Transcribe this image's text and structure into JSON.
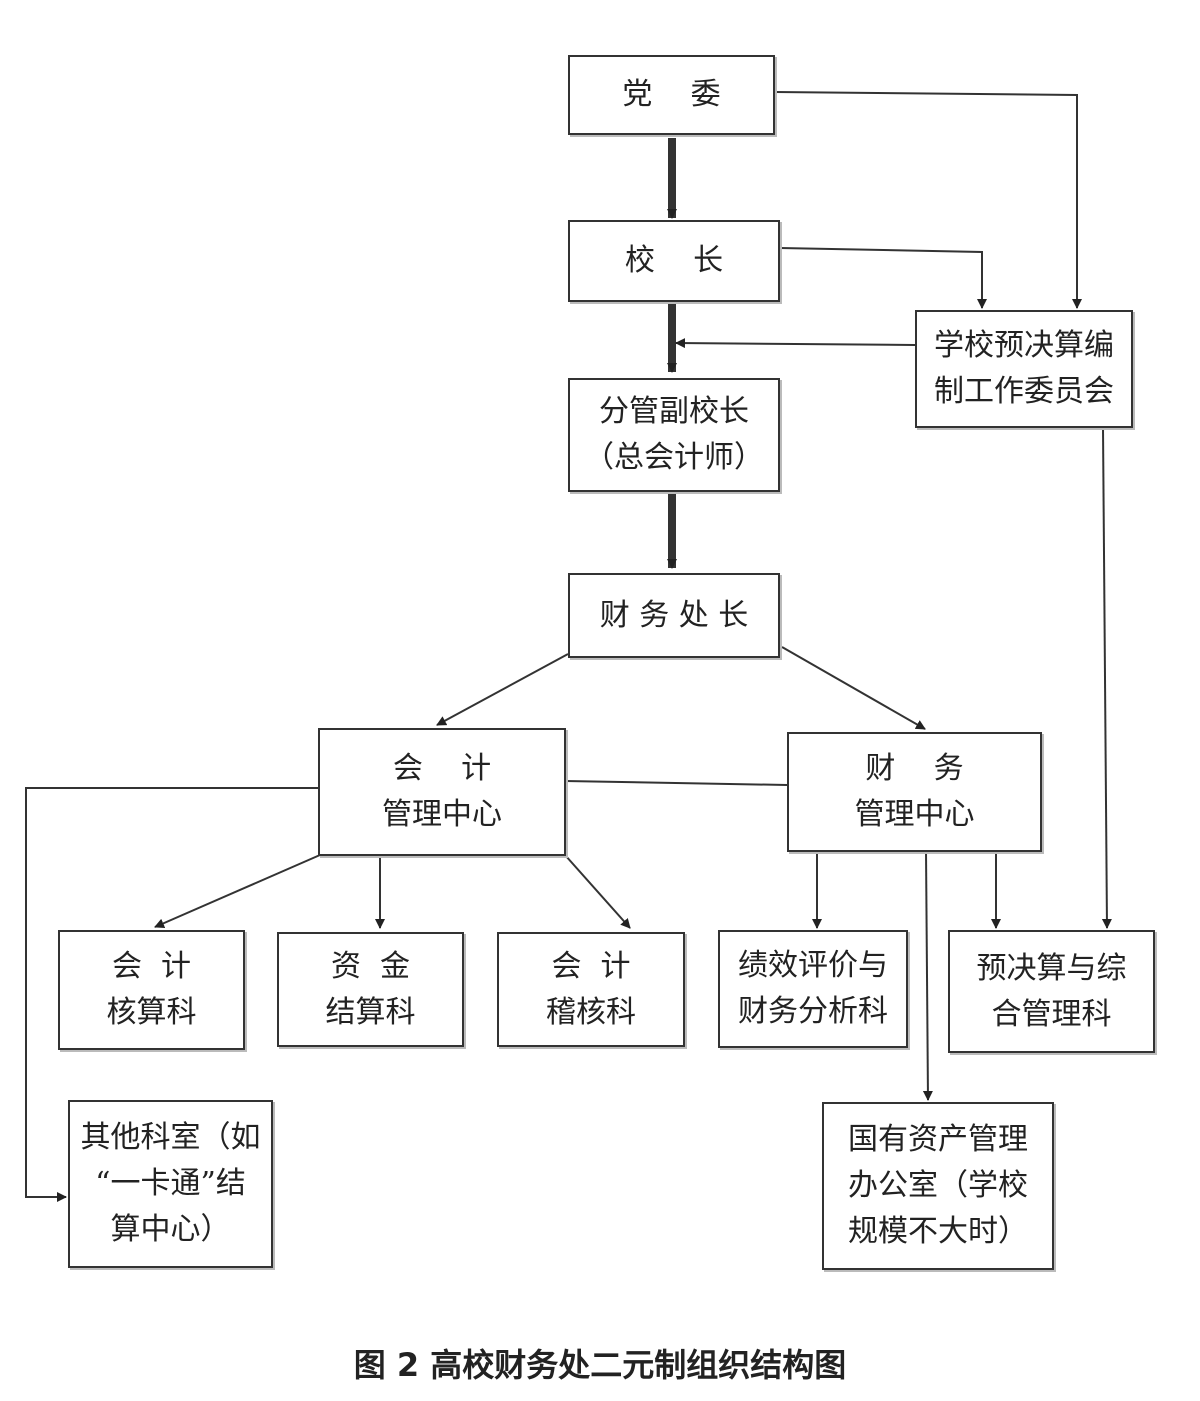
{
  "nodes": {
    "party_committee": {
      "lines": [
        "党    委"
      ]
    },
    "president": {
      "lines": [
        "校    长"
      ]
    },
    "vice_president": {
      "lines": [
        "分管副校长",
        "（总会计师）"
      ]
    },
    "budget_committee": {
      "lines": [
        "学校预决算编",
        "制工作委员会"
      ]
    },
    "finance_director": {
      "lines": [
        "财 务 处 长"
      ]
    },
    "accounting_center": {
      "lines": [
        "会    计",
        "管理中心"
      ]
    },
    "finance_center": {
      "lines": [
        "财    务",
        "管理中心"
      ]
    },
    "accounting_section": {
      "lines": [
        "会  计",
        "核算科"
      ]
    },
    "fund_settlement": {
      "lines": [
        "资  金",
        "结算科"
      ]
    },
    "audit_section": {
      "lines": [
        "会  计",
        "稽核科"
      ]
    },
    "performance_section": {
      "lines": [
        "绩效评价与",
        "财务分析科"
      ]
    },
    "budget_section": {
      "lines": [
        "预决算与综",
        "合管理科"
      ]
    },
    "other_offices": {
      "lines": [
        "其他科室（如",
        "“一卡通”结",
        "算中心）"
      ]
    },
    "asset_office": {
      "lines": [
        "国有资产管理",
        "办公室（学校",
        "规模不大时）"
      ]
    }
  },
  "caption": "图 2    高校财务处二元制组织结构图"
}
